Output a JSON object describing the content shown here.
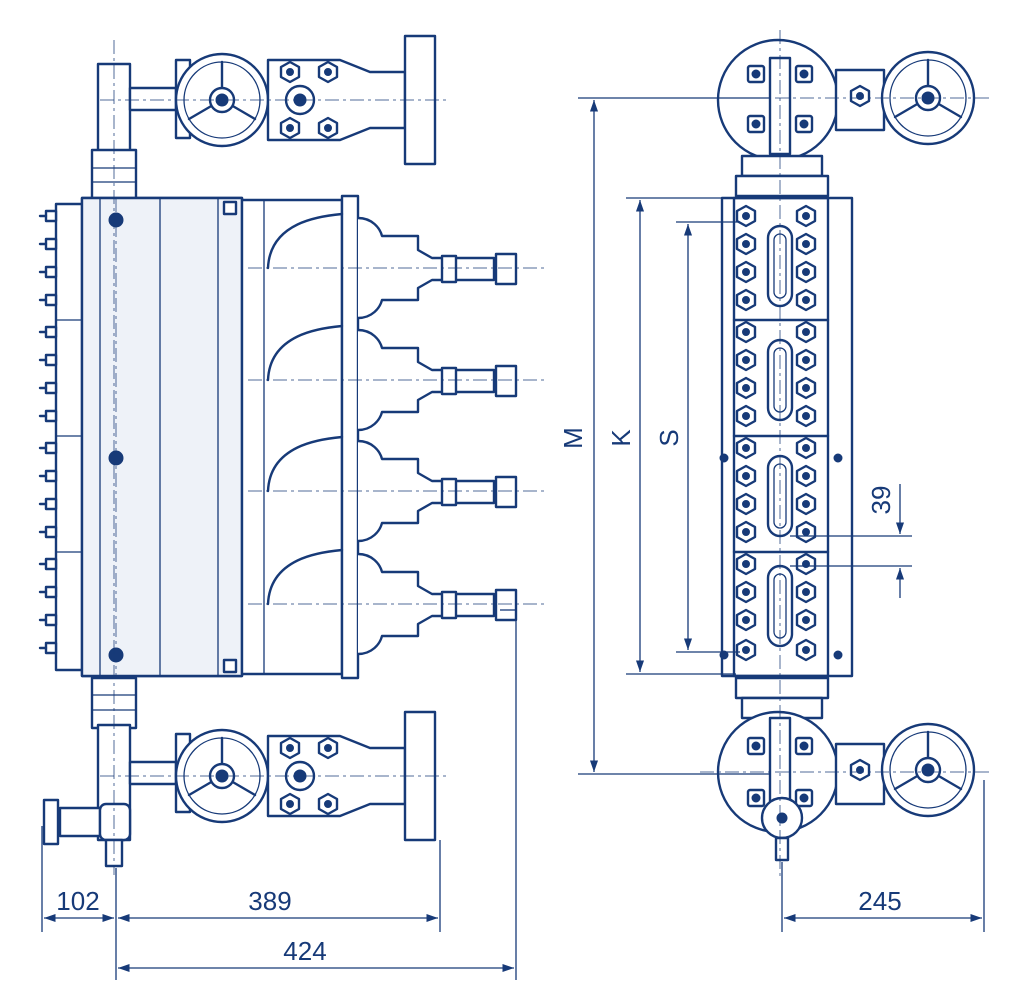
{
  "drawing": {
    "dimensions": {
      "d102": "102",
      "d389": "389",
      "d424": "424",
      "d245": "245",
      "d39": "39"
    },
    "labels": {
      "M": "M",
      "K": "K",
      "S": "S"
    }
  }
}
